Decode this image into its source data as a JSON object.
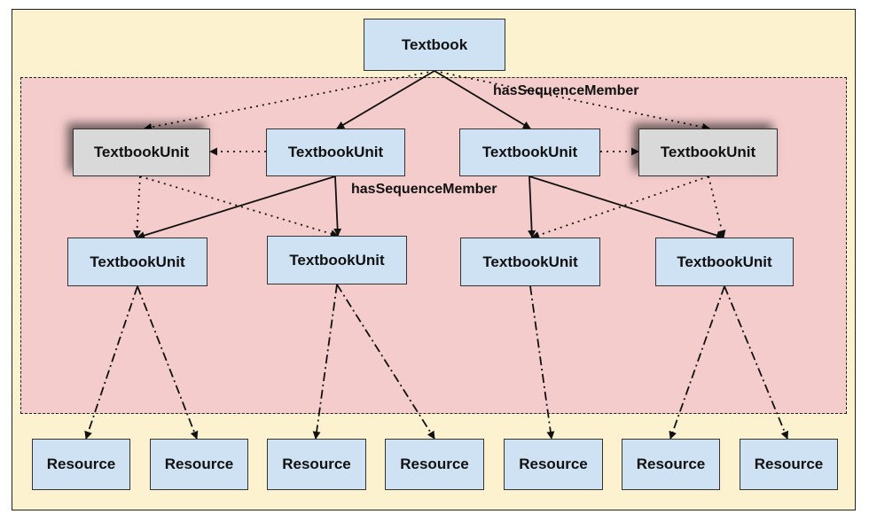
{
  "nodes": {
    "textbook": "Textbook",
    "unit_label": "TextbookUnit",
    "resource_label": "Resource"
  },
  "edge_labels": {
    "top": "hasSequenceMember",
    "middle": "hasSequenceMember"
  },
  "colors": {
    "frame_fill": "#fdf2d0",
    "region_fill": "#f5cccc",
    "node_fill": "#cfe2f3",
    "ghost_fill": "#d9d9d9"
  }
}
